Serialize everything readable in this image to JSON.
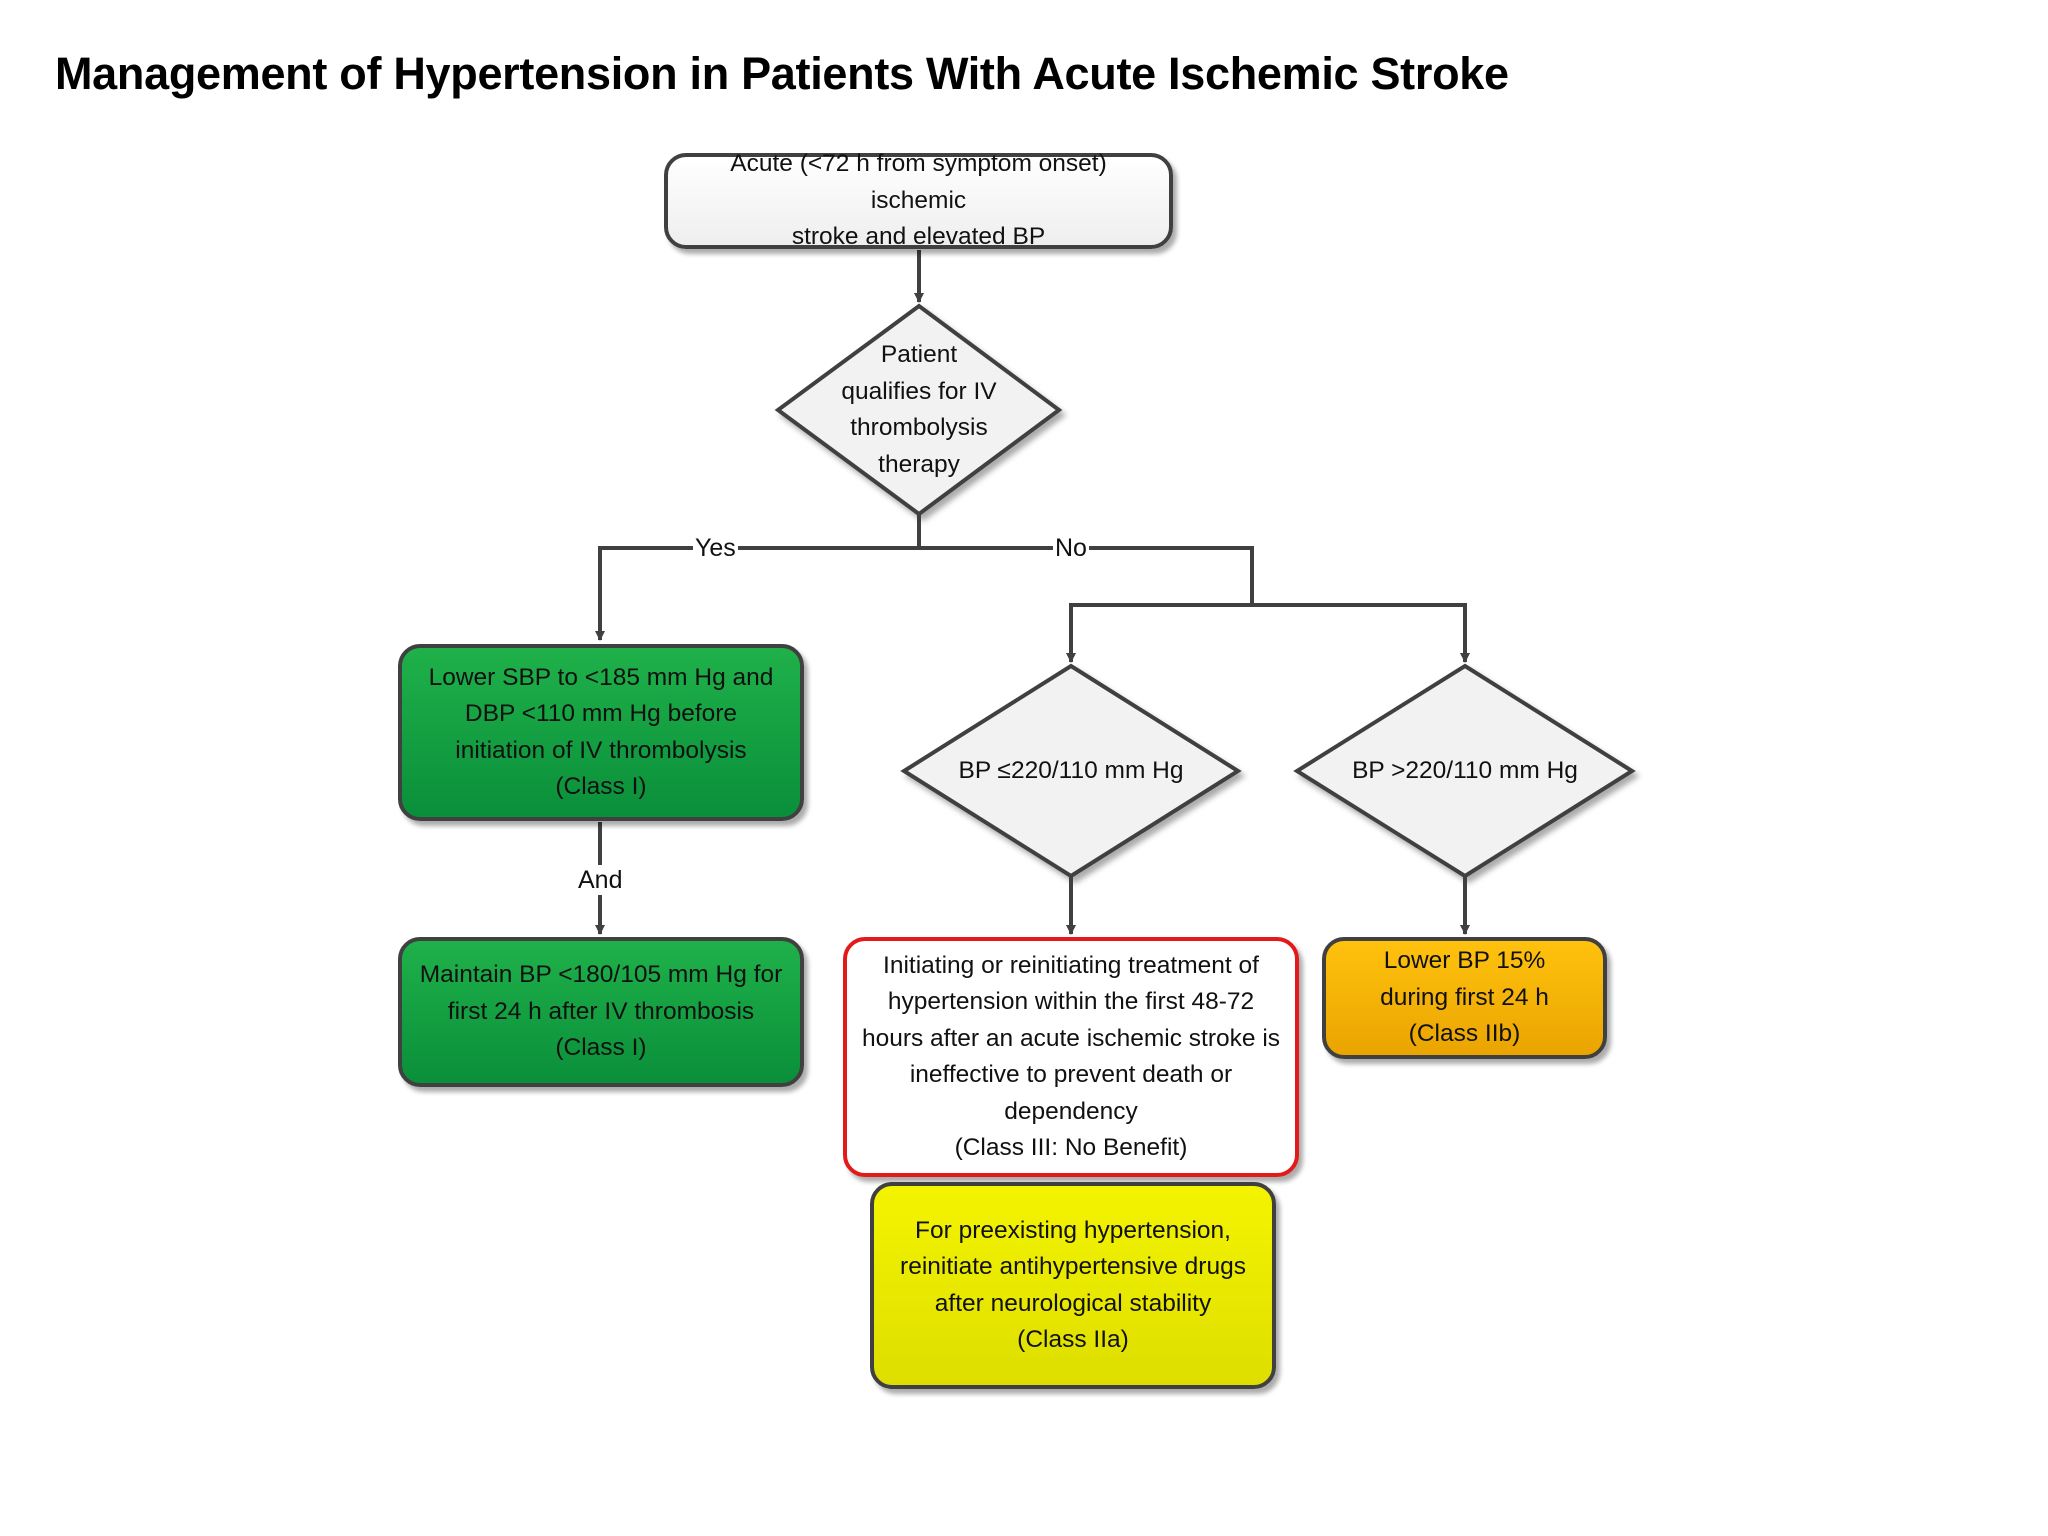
{
  "title": "Management of Hypertension in Patients With Acute Ischemic Stroke",
  "nodes": {
    "start": "Acute (<72 h from symptom onset) ischemic\nstroke and elevated BP",
    "decision_thrombolysis": "Patient\nqualifies for IV\nthrombolysis\ntherapy",
    "lower_before_thrombolysis": "Lower SBP to <185 mm Hg and\nDBP <110 mm Hg before\ninitiation of IV thrombolysis\n(Class I)",
    "maintain_after_thrombolysis": "Maintain BP <180/105 mm Hg for\nfirst 24 h after IV thrombosis\n(Class I)",
    "decision_bp_low": "BP ≤220/110 mm Hg",
    "decision_bp_high": "BP >220/110 mm Hg",
    "no_benefit": "Initiating or reinitiating treatment of\nhypertension within the first 48-72\nhours after an acute ischemic stroke is\nineffective to prevent death or\ndependency\n(Class III: No Benefit)",
    "preexisting": "For preexisting hypertension,\nreinitiate antihypertensive drugs\nafter neurological stability\n(Class IIa)",
    "lower_15": "Lower BP 15%\nduring first 24 h\n(Class IIb)"
  },
  "edge_labels": {
    "yes": "Yes",
    "no": "No",
    "and": "And"
  },
  "colors": {
    "line": "#404040",
    "green": "#0f9d3f",
    "red_border": "#e21a1a",
    "yellow": "#eded00",
    "orange": "#f7b500"
  }
}
